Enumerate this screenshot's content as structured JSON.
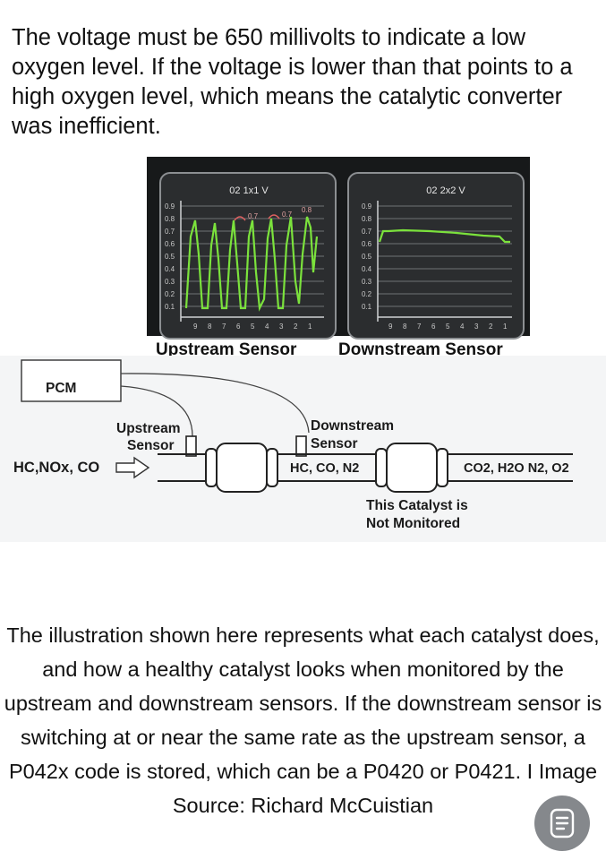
{
  "intro_text": "The voltage must be 650 millivolts to indicate a low oxygen level. If the voltage is lower than that points to a high oxygen level, which means the catalytic converter was inefficient.",
  "screens": {
    "upstream": {
      "title": "02 1x1 V",
      "y_ticks": [
        "0.9",
        "0.8",
        "0.7",
        "0.6",
        "0.5",
        "0.4",
        "0.3",
        "0.2",
        "0.1"
      ],
      "x_ticks": [
        "9",
        "8",
        "7",
        "6",
        "5",
        "4",
        "3",
        "2",
        "1"
      ],
      "peak_labels": [
        "0.7",
        "0.7",
        "0.8"
      ]
    },
    "downstream": {
      "title": "02 2x2 V",
      "y_ticks": [
        "0.9",
        "0.8",
        "0.7",
        "0.6",
        "0.5",
        "0.4",
        "0.3",
        "0.2",
        "0.1"
      ],
      "x_ticks": [
        "9",
        "8",
        "7",
        "6",
        "5",
        "4",
        "3",
        "2",
        "1"
      ]
    },
    "trace_color": "#7be23c"
  },
  "labels": {
    "upstream_sensor": "Upstream Sensor",
    "downstream_sensor": "Downstream Sensor"
  },
  "diagram": {
    "pcm": "PCM",
    "upstream_line1": "Upstream",
    "upstream_line2": "Sensor",
    "downstream_line1": "Downstream",
    "downstream_line2": "Sensor",
    "inlet_gases": "HC,NOx, CO",
    "mid_gases": "HC, CO, N2",
    "outlet_gases": "CO2, H2O N2, O2",
    "note_line1": "This Catalyst is",
    "note_line2": "Not Monitored"
  },
  "caption_text": "The illustration shown here represents what each catalyst does, and how a healthy catalyst looks when monitored by the upstream and downstream sensors. If the downstream sensor is switching at or near the same rate as the upstream sensor, a P042x code is stored, which can be a P0420 or P0421. I  Image Source: Richard McCuistian",
  "fab_icon": "reader-mode-icon"
}
